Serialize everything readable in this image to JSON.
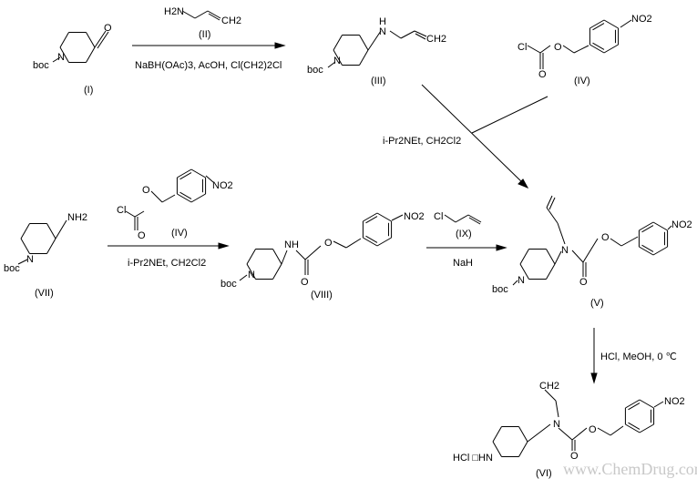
{
  "compounds": {
    "I": {
      "label": "(I)",
      "boc": "boc",
      "N": "N",
      "O": "O"
    },
    "II": {
      "label": "(II)",
      "H2N": "H2N",
      "CH2": "CH2"
    },
    "III": {
      "label": "(III)",
      "boc": "boc",
      "N": "N",
      "NH": "H",
      "NH_N": "N",
      "CH2": "CH2"
    },
    "IV": {
      "label": "(IV)",
      "Cl": "Cl",
      "O1": "O",
      "O2": "O",
      "NO2": "NO2"
    },
    "VII": {
      "label": "(VII)",
      "boc": "boc",
      "N": "N",
      "NH2": "NH2"
    },
    "VIII": {
      "label": "(VIII)",
      "boc": "boc",
      "N": "N",
      "NH": "NH",
      "O1": "O",
      "O2": "O",
      "NO2": "NO2"
    },
    "IX": {
      "label": "(IX)",
      "Cl": "Cl"
    },
    "V": {
      "label": "(V)",
      "boc": "boc",
      "N1": "N",
      "N2": "N",
      "O1": "O",
      "O2": "O",
      "NO2": "NO2"
    },
    "VI": {
      "label": "(VI)",
      "salt": "HCl □HN",
      "N": "N",
      "CH2": "CH2",
      "O1": "O",
      "O2": "O",
      "NO2": "NO2"
    }
  },
  "reagents": {
    "step1": "NaBH(OAc)3, AcOH, Cl(CH2)2Cl",
    "step2": "i-Pr2NEt, CH2Cl2",
    "step3": "i-Pr2NEt, CH2Cl2",
    "step4": "NaH",
    "step5": "HCl, MeOH, 0 ℃"
  },
  "watermark": "www.ChemDrug.com"
}
